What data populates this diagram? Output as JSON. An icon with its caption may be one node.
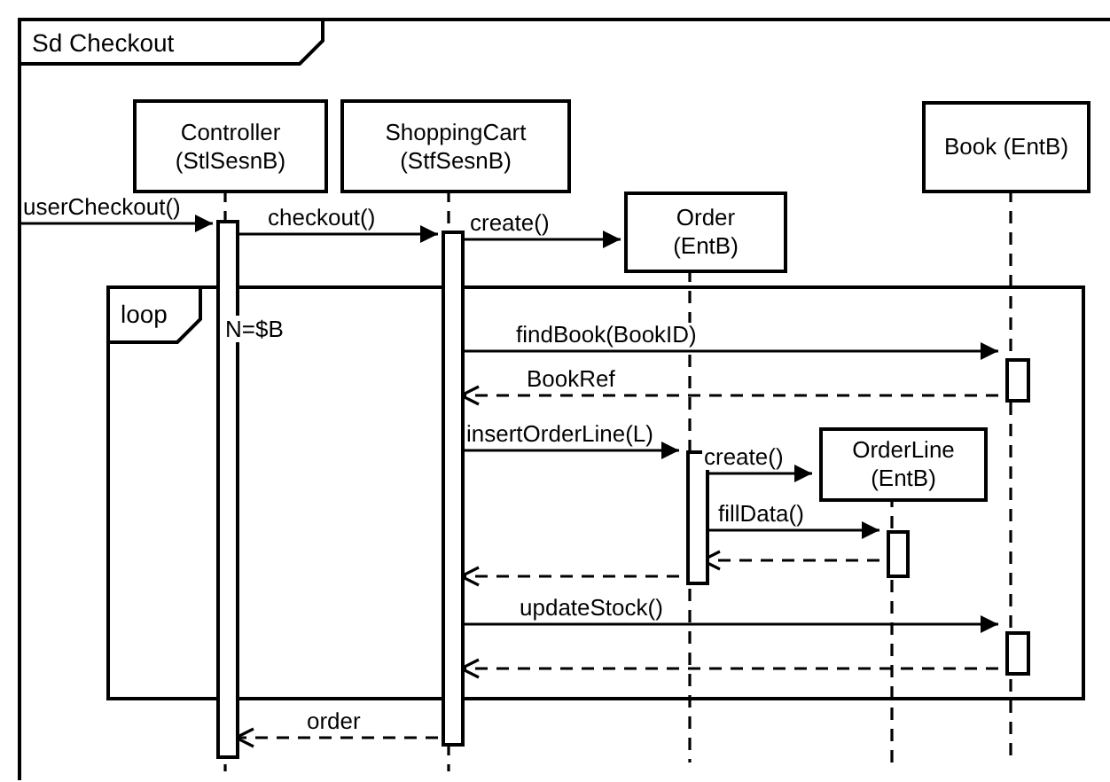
{
  "diagram": {
    "nodes": [
      {
        "text": [
          "Sd Checkout"
        ]
      },
      {
        "text": [
          "Controller (StlSesnB)"
        ],
        "in": 0
      },
      {
        "text": [
          "ShoppingCart (StfSesnB)"
        ],
        "in": 0
      },
      {
        "text": [
          "Order (EntB)"
        ],
        "in": 0
      },
      {
        "text": [
          "Book (EntB)"
        ],
        "in": 0
      },
      {
        "text": [],
        "shape": "bar",
        "in": 0
      },
      {
        "text": [],
        "shape": "bar",
        "in": 0
      },
      {
        "text": [
          "loop",
          "N=$B"
        ],
        "in": 0
      },
      {
        "text": [],
        "shape": "bar",
        "in": 7
      },
      {
        "text": [],
        "shape": "bar",
        "in": 7
      },
      {
        "text": [
          "OrderLine (EntB)"
        ],
        "in": 7
      },
      {
        "text": [],
        "shape": "bar",
        "in": 7
      },
      {
        "text": [],
        "shape": "bar",
        "in": 7
      }
    ],
    "edges": [
      {
        "from": null,
        "to": 5,
        "arrow": "to",
        "label": "userCheckout()"
      },
      {
        "from": 5,
        "to": 6,
        "arrow": "to",
        "label": "checkout()"
      },
      {
        "from": 6,
        "to": 3,
        "arrow": "to",
        "label": "create()"
      },
      {
        "from": 6,
        "to": 8,
        "arrow": "to",
        "label": "findBook(BookID)"
      },
      {
        "from": 8,
        "to": 6,
        "arrow": "to",
        "label": "BookRef",
        "style": "dashed"
      },
      {
        "from": 6,
        "to": 9,
        "arrow": "to",
        "label": "insertOrderLine(L)"
      },
      {
        "from": 9,
        "to": 10,
        "arrow": "to",
        "label": "create()"
      },
      {
        "from": 9,
        "to": 11,
        "arrow": "to",
        "label": "fillData()"
      },
      {
        "from": 11,
        "to": 9,
        "arrow": "to",
        "style": "dashed"
      },
      {
        "from": 9,
        "to": 6,
        "arrow": "to",
        "style": "dashed"
      },
      {
        "from": 6,
        "to": 12,
        "arrow": "to",
        "label": "updateStock()"
      },
      {
        "from": 12,
        "to": 6,
        "arrow": "to",
        "style": "dashed"
      },
      {
        "from": 6,
        "to": 5,
        "arrow": "to",
        "label": "order",
        "style": "dashed"
      }
    ]
  }
}
